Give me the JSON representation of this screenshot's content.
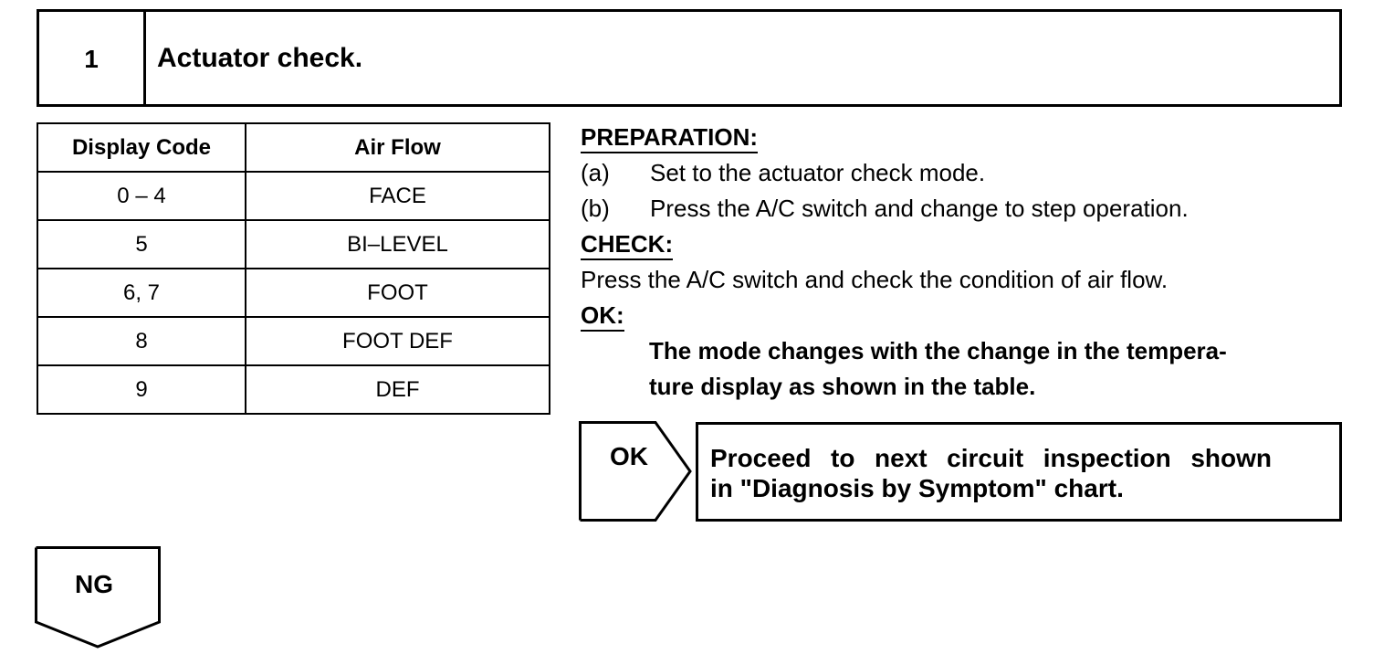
{
  "step": {
    "number": "1",
    "title": "Actuator check."
  },
  "table": {
    "headers": [
      "Display Code",
      "Air Flow"
    ],
    "rows": [
      [
        "0 – 4",
        "FACE"
      ],
      [
        "5",
        "BI–LEVEL"
      ],
      [
        "6, 7",
        "FOOT"
      ],
      [
        "8",
        "FOOT DEF"
      ],
      [
        "9",
        "DEF"
      ]
    ]
  },
  "preparation": {
    "title": "PREPARATION:",
    "items": [
      {
        "tag": "(a)",
        "text": "Set to the actuator check mode."
      },
      {
        "tag": "(b)",
        "text": "Press the A/C switch and change to step operation."
      }
    ]
  },
  "check": {
    "title": "CHECK:",
    "text": "Press the A/C switch and check the condition of air flow."
  },
  "ok_criteria": {
    "title": "OK:",
    "line1": "The mode changes with the change in the tempera-",
    "line2": "ture display as shown in the table."
  },
  "ok_result": {
    "label": "OK",
    "line1": "Proceed to next circuit inspection shown",
    "line2": "in \"Diagnosis by Symptom\" chart."
  },
  "ng_result": {
    "label": "NG"
  }
}
